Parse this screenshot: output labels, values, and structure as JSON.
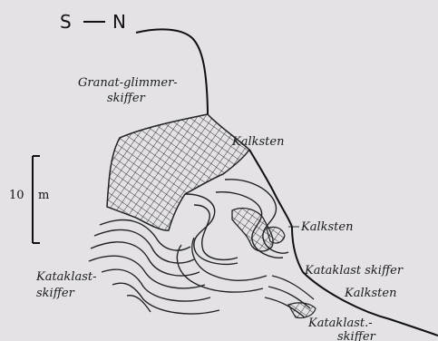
{
  "orientation": {
    "south": "S",
    "north": "N"
  },
  "scale_bar": {
    "value": "10",
    "unit": "m"
  },
  "labels": {
    "granat_glimmer_line1": "Granat-glimmer-",
    "granat_glimmer_line2": "skiffer",
    "kalksten_upper": "Kalksten",
    "kalksten_middle": "Kalksten",
    "kataklast_skiffer_left_line1": "Kataklast-",
    "kataklast_skiffer_left_line2": "skiffer",
    "kataklast_skiffer_right": "Kataklast skiffer",
    "kalksten_lower": "Kalksten",
    "kataklast_skiffer_bottom_line1": "Kataklast.-",
    "kataklast_skiffer_bottom_line2": "skiffer"
  }
}
